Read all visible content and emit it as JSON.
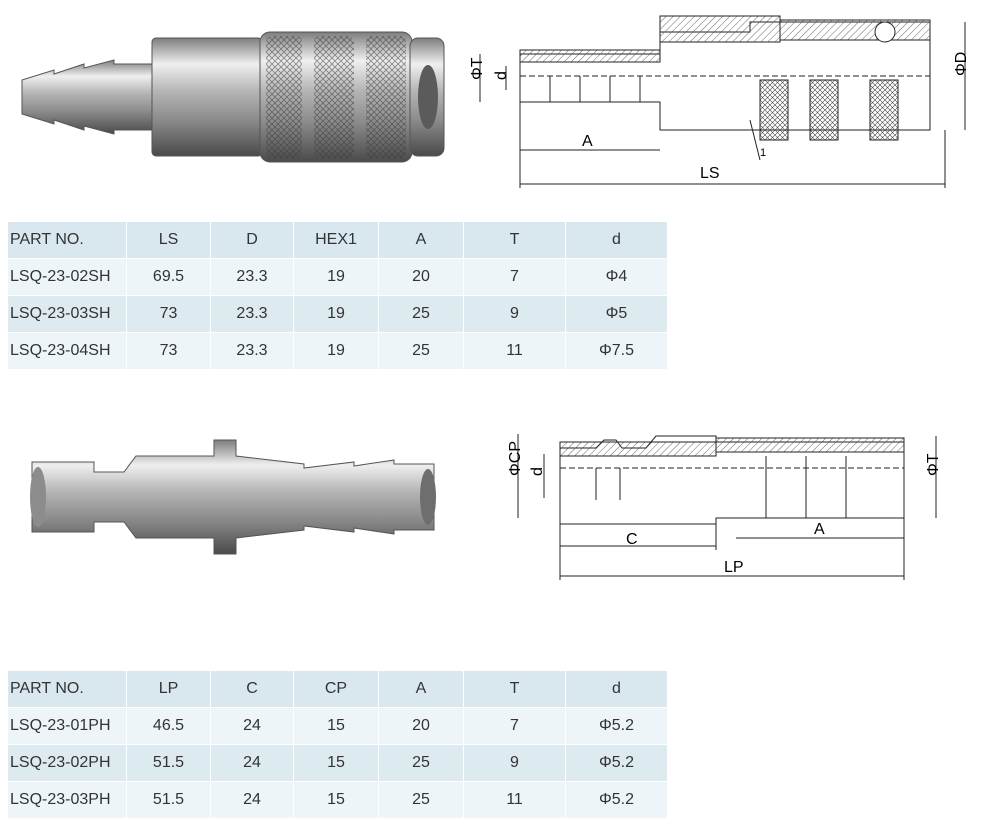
{
  "socket": {
    "drawing_labels": {
      "phi_t": "ΦT",
      "d": "d",
      "phi_d": "ΦD",
      "a": "A",
      "ls": "LS",
      "one": "1"
    },
    "table": {
      "headers": [
        "PART NO.",
        "LS",
        "D",
        "HEX1",
        "A",
        "T",
        "d"
      ],
      "rows": [
        [
          "LSQ-23-02SH",
          "69.5",
          "23.3",
          "19",
          "20",
          "7",
          "Φ4"
        ],
        [
          "LSQ-23-03SH",
          "73",
          "23.3",
          "19",
          "25",
          "9",
          "Φ5"
        ],
        [
          "LSQ-23-04SH",
          "73",
          "23.3",
          "19",
          "25",
          "11",
          "Φ7.5"
        ]
      ]
    }
  },
  "plug": {
    "drawing_labels": {
      "phi_cp": "ΦCP",
      "d": "d",
      "phi_t": "ΦT",
      "c": "C",
      "a": "A",
      "lp": "LP"
    },
    "table": {
      "headers": [
        "PART NO.",
        "LP",
        "C",
        "CP",
        "A",
        "T",
        "d"
      ],
      "rows": [
        [
          "LSQ-23-01PH",
          "46.5",
          "24",
          "15",
          "20",
          "7",
          "Φ5.2"
        ],
        [
          "LSQ-23-02PH",
          "51.5",
          "24",
          "15",
          "25",
          "9",
          "Φ5.2"
        ],
        [
          "LSQ-23-03PH",
          "51.5",
          "24",
          "15",
          "25",
          "11",
          "Φ5.2"
        ]
      ]
    }
  }
}
